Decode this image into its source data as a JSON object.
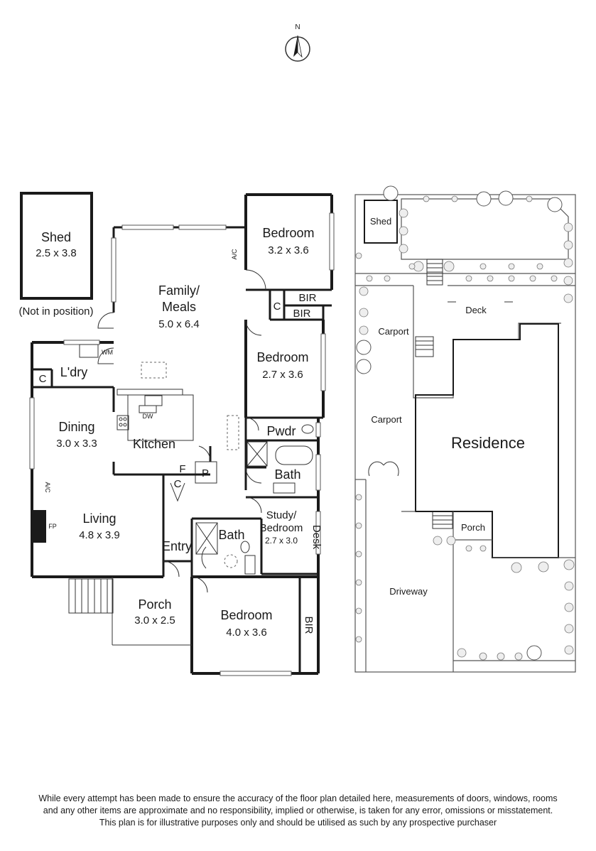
{
  "compass": {
    "label": "N"
  },
  "floor_plan": {
    "shed": {
      "name": "Shed",
      "dims": "2.5 x 3.8",
      "note": "(Not in position)"
    },
    "family": {
      "name_line1": "Family/",
      "name_line2": "Meals",
      "dims": "5.0 x 6.4"
    },
    "bedroom_1": {
      "name": "Bedroom",
      "dims": "3.2 x 3.6"
    },
    "bir_1": "BIR",
    "bir_2": "BIR",
    "c_1": "C",
    "c_2": "C",
    "c_3": "C",
    "bedroom_2": {
      "name": "Bedroom",
      "dims": "2.7 x 3.6"
    },
    "laundry": "L'dry",
    "wm": "WM",
    "dining": {
      "name": "Dining",
      "dims": "3.0 x 3.3"
    },
    "kitchen": "Kitchen",
    "dw": "DW",
    "pwdr": "Pwdr",
    "bath_1": "Bath",
    "f": "F",
    "p": "P",
    "ac_1": "A/C",
    "ac_2": "A/C",
    "fp": "FP",
    "living": {
      "name": "Living",
      "dims": "4.8 x 3.9"
    },
    "study": {
      "name_line1": "Study/",
      "name_line2": "Bedroom",
      "dims": "2.7 x 3.0"
    },
    "desk": "Desk",
    "bath_2": "Bath",
    "entry": "Entry",
    "porch": {
      "name": "Porch",
      "dims": "3.0 x 2.5"
    },
    "bedroom_3": {
      "name": "Bedroom",
      "dims": "4.0 x 3.6"
    },
    "bir_3": "BIR"
  },
  "site_plan": {
    "shed": "Shed",
    "deck": "Deck",
    "carport_1": "Carport",
    "carport_2": "Carport",
    "residence": "Residence",
    "porch": "Porch",
    "driveway": "Driveway"
  },
  "disclaimer": {
    "line1": "While every attempt has been made to ensure the accuracy of the floor plan detailed here, measurements of doors, windows, rooms",
    "line2": "and any other items are approximate and no responsibility, implied or otherwise, is taken for any error, omissions or misstatement.",
    "line3": "This plan is for illustrative purposes only and should be utilised as such by any prospective purchaser"
  },
  "colors": {
    "line": "#1a1a1a",
    "background": "#ffffff",
    "fixture": "#555555"
  }
}
